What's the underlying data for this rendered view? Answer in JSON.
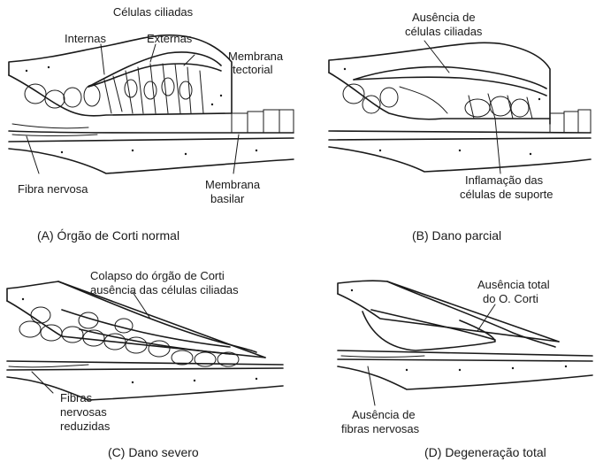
{
  "panel_a": {
    "cells_label": "Células ciliadas",
    "internal_label": "Internas",
    "external_label": "Externas",
    "tectorial_label_1": "Membrana",
    "tectorial_label_2": "tectorial",
    "nerve_label": "Fibra nervosa",
    "basilar_label_1": "Membrana",
    "basilar_label_2": "basilar",
    "caption": "(A) Órgão de Corti normal"
  },
  "panel_b": {
    "absence_label_1": "Ausência de",
    "absence_label_2": "células ciliadas",
    "inflammation_label_1": "Inflamação das",
    "inflammation_label_2": "células de suporte",
    "caption": "(B) Dano parcial"
  },
  "panel_c": {
    "collapse_label_1": "Colapso do órgão de Corti",
    "collapse_label_2": "ausência das células ciliadas",
    "fibers_label_1": "Fibras",
    "fibers_label_2": "nervosas",
    "fibers_label_3": "reduzidas",
    "caption": "(C) Dano severo"
  },
  "panel_d": {
    "absence_total_label_1": "Ausência total",
    "absence_total_label_2": "do O. Corti",
    "no_fibers_label_1": "Ausência de",
    "no_fibers_label_2": "fibras nervosas",
    "caption": "(D) Degeneração total"
  }
}
